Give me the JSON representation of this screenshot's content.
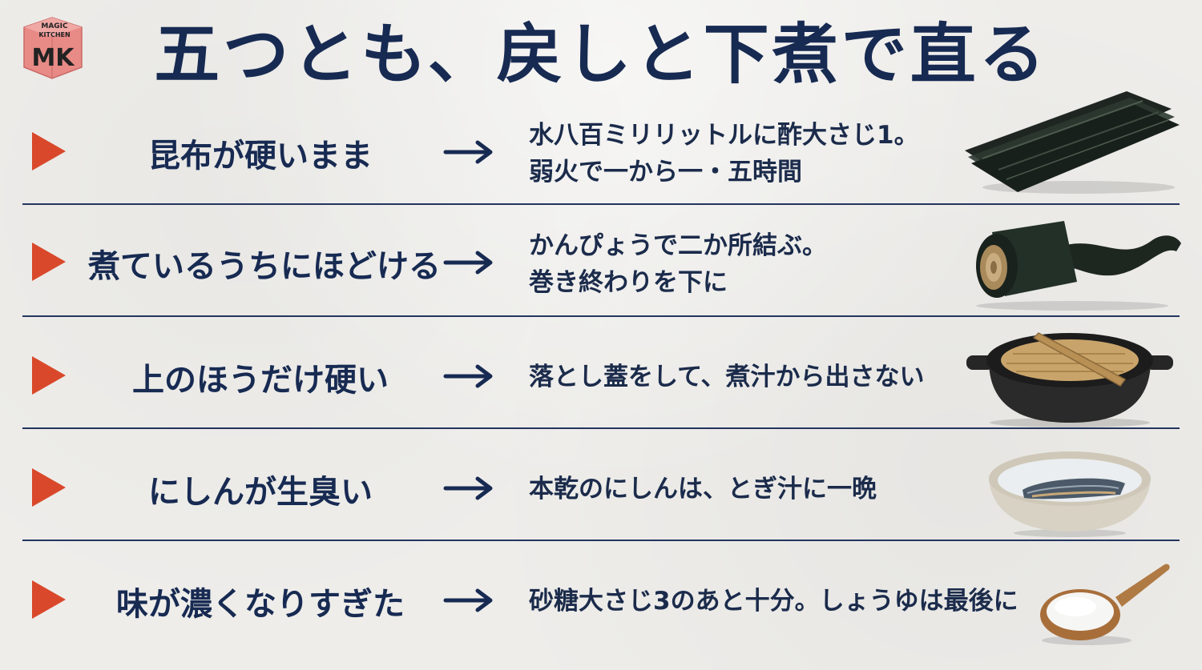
{
  "logo": {
    "line1": "MAGIC",
    "line2": "KITCHEN",
    "mark": "MK",
    "color": "#e88a86"
  },
  "title": "五つとも、戻しと下煮で直る",
  "arrow_symbol": "→",
  "accent_color": "#d9482a",
  "text_color": "#172a52",
  "rows": [
    {
      "problem": "昆布が硬いまま",
      "solution_lines": [
        "水八百ミリリットルに酢大さじ1。",
        "弱火で一から一・五時間"
      ],
      "icon": "kelp-sheets-icon"
    },
    {
      "problem": "煮ているうちにほどける",
      "solution_lines": [
        "かんぴょうで二か所結ぶ。",
        "巻き終わりを下に"
      ],
      "icon": "kelp-roll-icon"
    },
    {
      "problem": "上のほうだけ硬い",
      "solution_lines": [
        "落とし蓋をして、煮汁から出さない"
      ],
      "icon": "clay-pot-lid-icon"
    },
    {
      "problem": "にしんが生臭い",
      "solution_lines": [
        "本乾のにしんは、とぎ汁に一晩"
      ],
      "icon": "herring-bowl-icon"
    },
    {
      "problem": "味が濃くなりすぎた",
      "solution_lines": [
        "砂糖大さじ3のあと十分。しょうゆは最後に"
      ],
      "icon": "sugar-spoon-icon"
    }
  ]
}
